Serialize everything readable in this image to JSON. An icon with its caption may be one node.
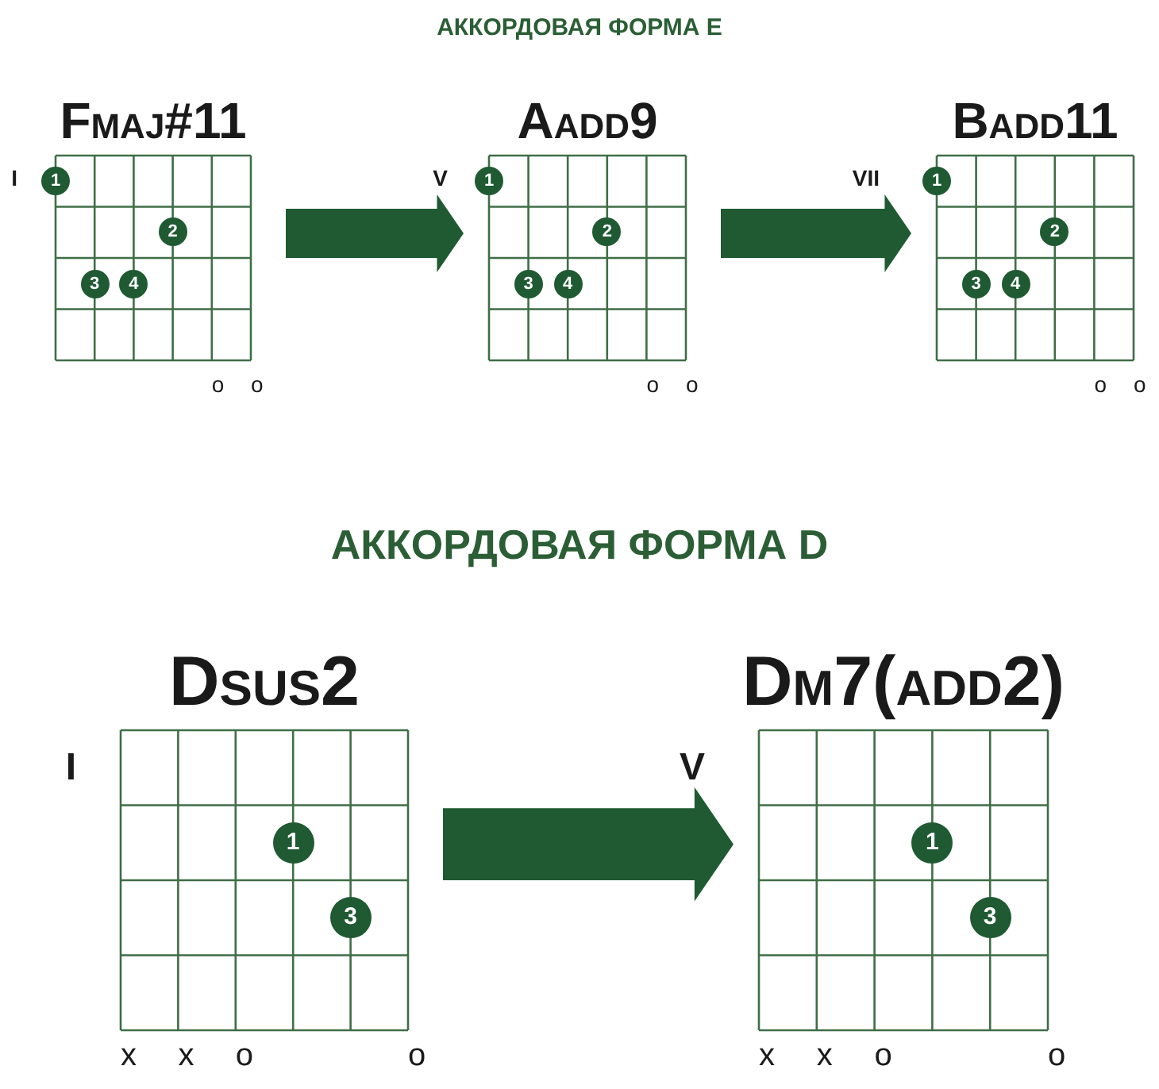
{
  "diagram": {
    "title": "АККОРДОВАЯ ФОРМА E",
    "nodes": [
      {
        "text": [
          "Fmaj#11"
        ],
        "beside": [
          "I",
          "o",
          "o"
        ]
      },
      {
        "text": [
          "1"
        ],
        "in": 0
      },
      {
        "text": [
          "2"
        ],
        "in": 0
      },
      {
        "text": [
          "3"
        ],
        "in": 0
      },
      {
        "text": [
          "4"
        ],
        "in": 0
      },
      {
        "text": [
          "Aadd9"
        ],
        "beside": [
          "V",
          "o",
          "o"
        ]
      },
      {
        "text": [
          "1"
        ],
        "in": 5
      },
      {
        "text": [
          "2"
        ],
        "in": 5
      },
      {
        "text": [
          "3"
        ],
        "in": 5
      },
      {
        "text": [
          "4"
        ],
        "in": 5
      },
      {
        "text": [
          "Badd11"
        ],
        "beside": [
          "VII",
          "o",
          "o"
        ]
      },
      {
        "text": [
          "1"
        ],
        "in": 10
      },
      {
        "text": [
          "2"
        ],
        "in": 10
      },
      {
        "text": [
          "3"
        ],
        "in": 10
      },
      {
        "text": [
          "4"
        ],
        "in": 10
      },
      {
        "text": [
          "Dsus2"
        ],
        "beside": [
          "I",
          "x",
          "x",
          "o",
          "o"
        ]
      },
      {
        "text": [
          "1"
        ],
        "in": 15
      },
      {
        "text": [
          "3"
        ],
        "in": 15
      },
      {
        "text": [
          "Dm7(add2)"
        ],
        "beside": [
          "V",
          "x",
          "x",
          "o",
          "o"
        ]
      },
      {
        "text": [
          "1"
        ],
        "in": 18
      },
      {
        "text": [
          "3"
        ],
        "in": 18
      }
    ],
    "edges": [
      {
        "from": 0,
        "to": 5,
        "arrow": "to",
        "style": "thick"
      },
      {
        "from": 5,
        "to": 10,
        "arrow": "to",
        "style": "thick"
      },
      {
        "from": 15,
        "to": 18,
        "arrow": "to",
        "style": "thick"
      }
    ],
    "labels": [
      "АККОРДОВАЯ ФОРМА D"
    ]
  }
}
